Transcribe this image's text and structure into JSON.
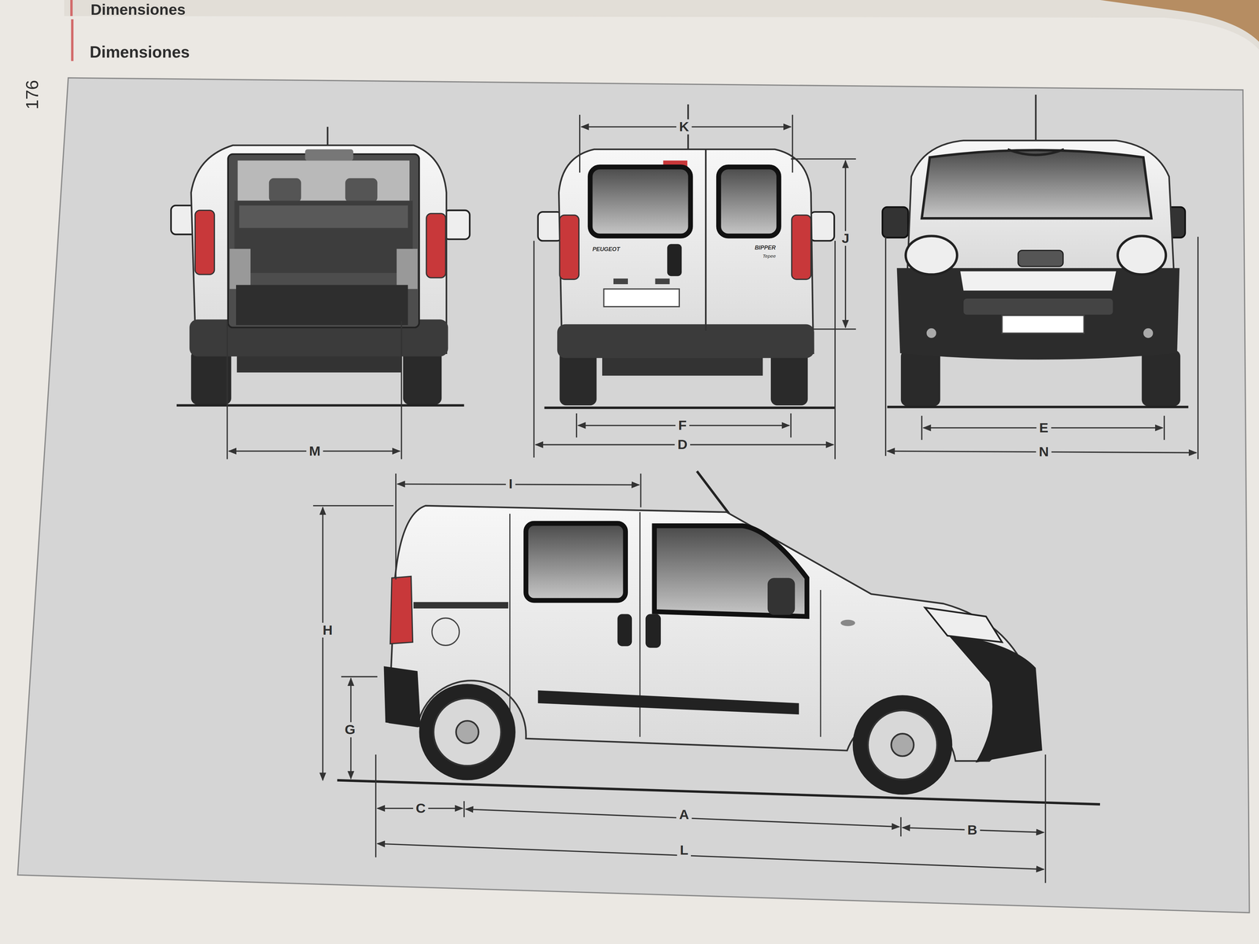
{
  "diagram": {
    "title": "Dimensiones",
    "labels": [
      "Dimensiones",
      "176",
      "K",
      "J",
      "M",
      "F",
      "D",
      "E",
      "N",
      "I",
      "H",
      "G",
      "C",
      "A",
      "B",
      "L",
      "PEUGEOT",
      "BIPPER",
      "Tepee"
    ]
  }
}
